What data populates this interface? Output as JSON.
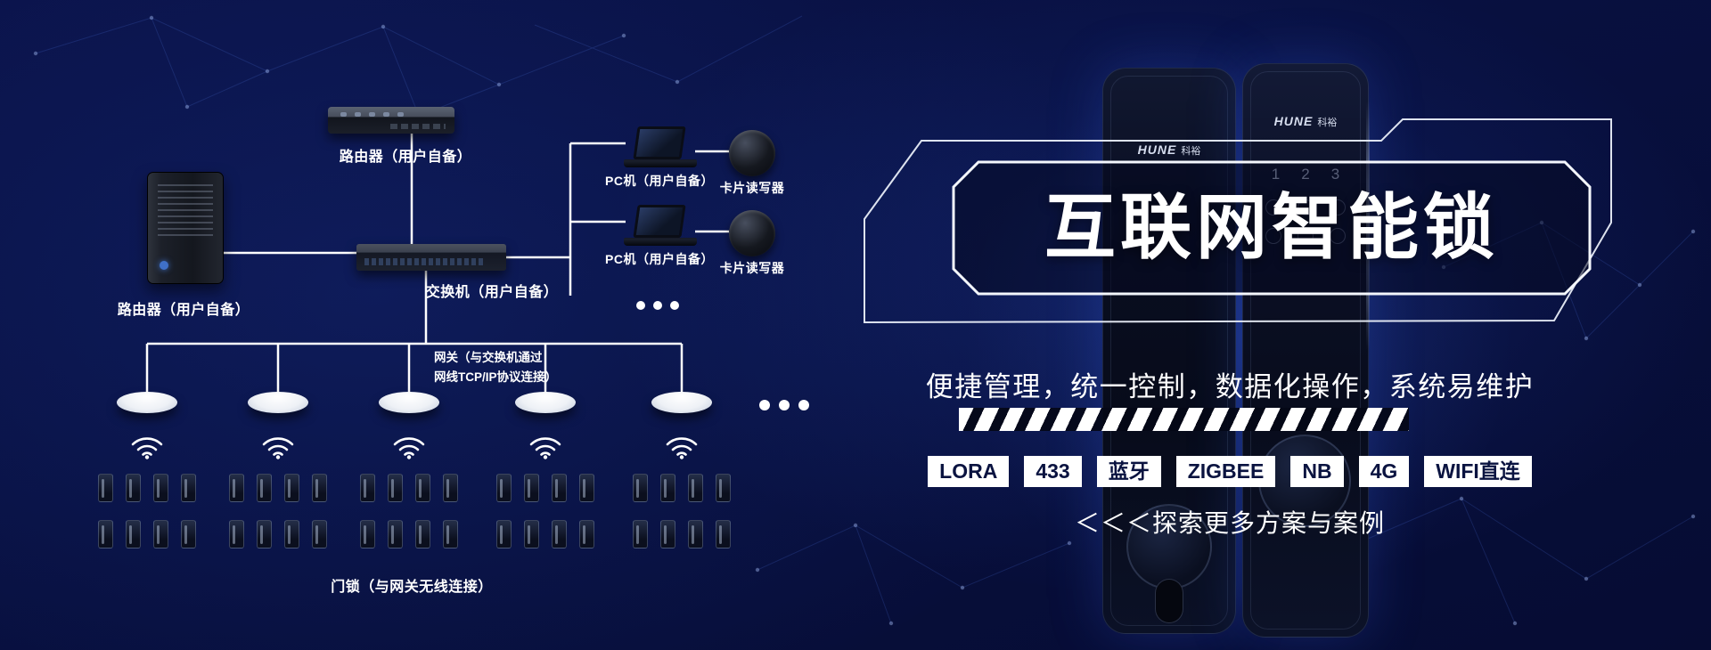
{
  "hero": {
    "title": "互联网智能锁",
    "subtitle": "便捷管理，统一控制，数据化操作，系统易维护",
    "explore": "＜＜＜探索更多方案与案例",
    "tags": [
      "LORA",
      "433",
      "蓝牙",
      "ZIGBEE",
      "NB",
      "4G",
      "WIFI直连"
    ]
  },
  "diagram": {
    "labels": {
      "server": "路由器（用户自备）",
      "router": "路由器（用户自备）",
      "switch": "交换机（用户自备）",
      "pc1": "PC机（用户自备）",
      "pc2": "PC机（用户自备）",
      "reader1": "卡片读写器",
      "reader2": "卡片读写器",
      "gateway_line1": "网关（与交换机通过",
      "gateway_line2": "网线TCP/IP协议连接）",
      "door_lock": "门锁（与网关无线连接）"
    },
    "gateway_count": 5,
    "locks_per_gateway": 8
  },
  "lock_products": {
    "brand_en": "HUNE",
    "brand_cn": "科裕",
    "keypad": [
      "1",
      "2",
      "3"
    ]
  },
  "colors": {
    "background": "#081040",
    "connector_line": "#ffffff",
    "tag_bg": "#ffffff",
    "tag_text": "#0a1340"
  }
}
